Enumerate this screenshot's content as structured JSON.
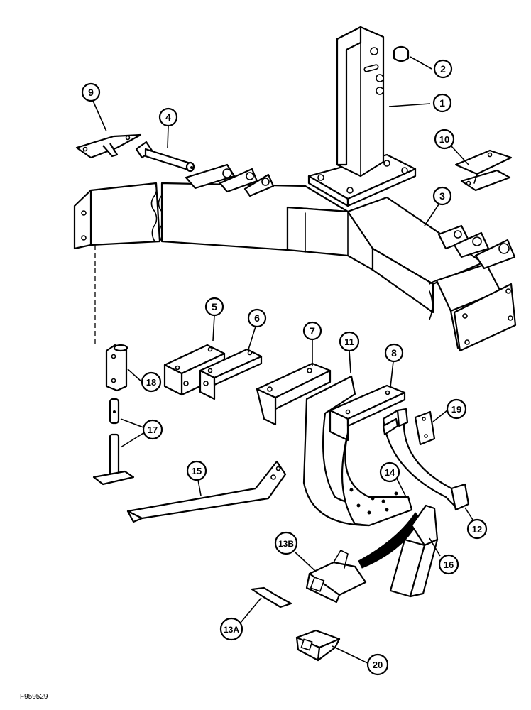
{
  "figure_code": "F959529",
  "callouts": [
    {
      "id": "1",
      "label": "1"
    },
    {
      "id": "2",
      "label": "2"
    },
    {
      "id": "3",
      "label": "3"
    },
    {
      "id": "4",
      "label": "4"
    },
    {
      "id": "5",
      "label": "5"
    },
    {
      "id": "6",
      "label": "6"
    },
    {
      "id": "7",
      "label": "7"
    },
    {
      "id": "8",
      "label": "8"
    },
    {
      "id": "9",
      "label": "9"
    },
    {
      "id": "10",
      "label": "10"
    },
    {
      "id": "11",
      "label": "11"
    },
    {
      "id": "12",
      "label": "12"
    },
    {
      "id": "13A",
      "label": "13A"
    },
    {
      "id": "13B",
      "label": "13B"
    },
    {
      "id": "14",
      "label": "14"
    },
    {
      "id": "15",
      "label": "15"
    },
    {
      "id": "16",
      "label": "16"
    },
    {
      "id": "17",
      "label": "17"
    },
    {
      "id": "18",
      "label": "18"
    },
    {
      "id": "19",
      "label": "19"
    },
    {
      "id": "20",
      "label": "20"
    }
  ]
}
